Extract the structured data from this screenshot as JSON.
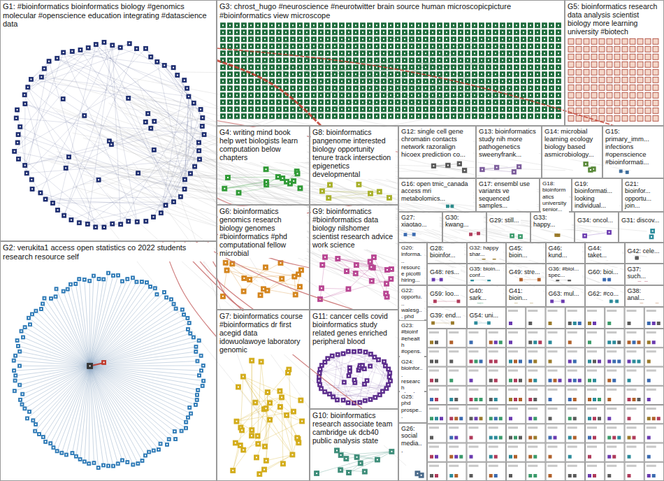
{
  "diagram": {
    "nodes": [
      {
        "text": [
          "G1: #bioinformatics bioinformatics biology #genomics molecular #openscience education integrating #datascience data"
        ]
      },
      {
        "text": [
          "G3: chrost_hugo #neuroscience #neurotwitter brain source human microscopicpicture #bioinformatics view microscope"
        ]
      },
      {
        "text": [
          "G5: bioinformatics research data analysis scientist biology more learning university #biotech"
        ]
      },
      {
        "text": [
          "G4: writing mind book help wet biologists learn computation below chapters"
        ]
      },
      {
        "text": [
          "G8: bioinformatics pangenome interested biology opportunity tenure track intersection epigenetics developmental"
        ]
      },
      {
        "text": [
          "G12: single cell gene chromatin contacts network razoralign hicoex prediction co..."
        ]
      },
      {
        "text": [
          "G13: bioinformatics study nih more pathogenetics sweenyfrank..."
        ]
      },
      {
        "text": [
          "G14: microbial learning ecology biology based asmicrobiology..."
        ]
      },
      {
        "text": [
          "G15: primary_imm... infections #openscience #bioinformati..."
        ]
      },
      {
        "text": [
          "G16: open tmic_canada access mri metabolomics..."
        ]
      },
      {
        "text": [
          "G17: ensembl use variants ve sequenced samples..."
        ]
      },
      {
        "text": [
          "G18: bioinformatics university senior..."
        ]
      },
      {
        "text": [
          "G19: bioinformati... looking individual..."
        ]
      },
      {
        "text": [
          "G21: bioinfor... opportu... join..."
        ]
      },
      {
        "text": [
          "G2: verukita1 access open statistics co 2022 students research resource self"
        ]
      },
      {
        "text": [
          "G6: bioinformatics genomics research biology genomes #bioinformatics #phd computational fellow microbial"
        ]
      },
      {
        "text": [
          "G9: bioinformatics #bioinformatics data biology nilshomer scientist research advice work science"
        ]
      },
      {
        "text": [
          "G27: xiaotao..."
        ]
      },
      {
        "text": [
          "G30: kwang..."
        ]
      },
      {
        "text": [
          "G29: still..."
        ]
      },
      {
        "text": [
          "G33: happy..."
        ]
      },
      {
        "text": [
          "G34: oncol..."
        ]
      },
      {
        "text": [
          "G31: discov..."
        ]
      },
      {
        "text": [
          "G20: informa... resource picotti hiring..."
        ]
      },
      {
        "text": [
          "G28: bioinfor..."
        ]
      },
      {
        "text": [
          "G32: happy shar..."
        ]
      },
      {
        "text": [
          "G45: bioin..."
        ]
      },
      {
        "text": [
          "G46: kund..."
        ]
      },
      {
        "text": [
          "G44: taket..."
        ]
      },
      {
        "text": [
          "G42: cele..."
        ]
      },
      {
        "text": [
          "G48: res..."
        ]
      },
      {
        "text": [
          "G35: bioin... conf..."
        ]
      },
      {
        "text": [
          "G49: stre..."
        ]
      },
      {
        "text": [
          "G36: #bioi... spec..."
        ]
      },
      {
        "text": [
          "G60: bioi..."
        ]
      },
      {
        "text": [
          "G37: such..."
        ]
      },
      {
        "text": [
          "G22: opportu... walesg... phd"
        ]
      },
      {
        "text": [
          "G59: loo..."
        ]
      },
      {
        "text": [
          "G40: sark..."
        ]
      },
      {
        "text": [
          "G41: bioin..."
        ]
      },
      {
        "text": [
          "G63: mul..."
        ]
      },
      {
        "text": [
          "G62: #co..."
        ]
      },
      {
        "text": [
          "G38: anal..."
        ]
      },
      {
        "text": [
          "G39: end..."
        ]
      },
      {
        "text": [
          "G54: uni..."
        ]
      },
      {
        "text": [
          "G23: #bioinf #ehealth #opens..."
        ]
      },
      {
        "text": [
          "G24: bioinfor... research abacbs..."
        ]
      },
      {
        "text": [
          "G25: phd prospe..."
        ]
      },
      {
        "text": [
          "G26: social media..."
        ]
      },
      {
        "text": [
          "G7: bioinformatics course #bioinformatics dr first acegid data idowuolawoye laboratory genomic"
        ]
      },
      {
        "text": [
          "G11: cancer cells covid bioinformatics study related genes enriched peripheral blood"
        ]
      },
      {
        "text": [
          "G10: bioinformatics research associate team cambridge uk dcb40 public analysis state"
        ]
      }
    ],
    "edges": [
      {
        "from": 0,
        "to": 1,
        "arrow": "none"
      },
      {
        "from": 0,
        "to": 14,
        "arrow": "none"
      },
      {
        "from": 0,
        "to": 3,
        "arrow": "none"
      },
      {
        "from": 0,
        "to": 4,
        "arrow": "none"
      },
      {
        "from": 0,
        "to": 15,
        "arrow": "none"
      },
      {
        "from": 0,
        "to": 16,
        "arrow": "none"
      },
      {
        "from": 0,
        "to": 49,
        "arrow": "none"
      },
      {
        "from": 0,
        "to": 50,
        "arrow": "none"
      },
      {
        "from": 0,
        "to": 51,
        "arrow": "none"
      },
      {
        "from": 0,
        "to": 2,
        "arrow": "none"
      },
      {
        "from": 0,
        "to": 5,
        "arrow": "none"
      },
      {
        "from": 14,
        "to": 15,
        "arrow": "none"
      }
    ]
  }
}
